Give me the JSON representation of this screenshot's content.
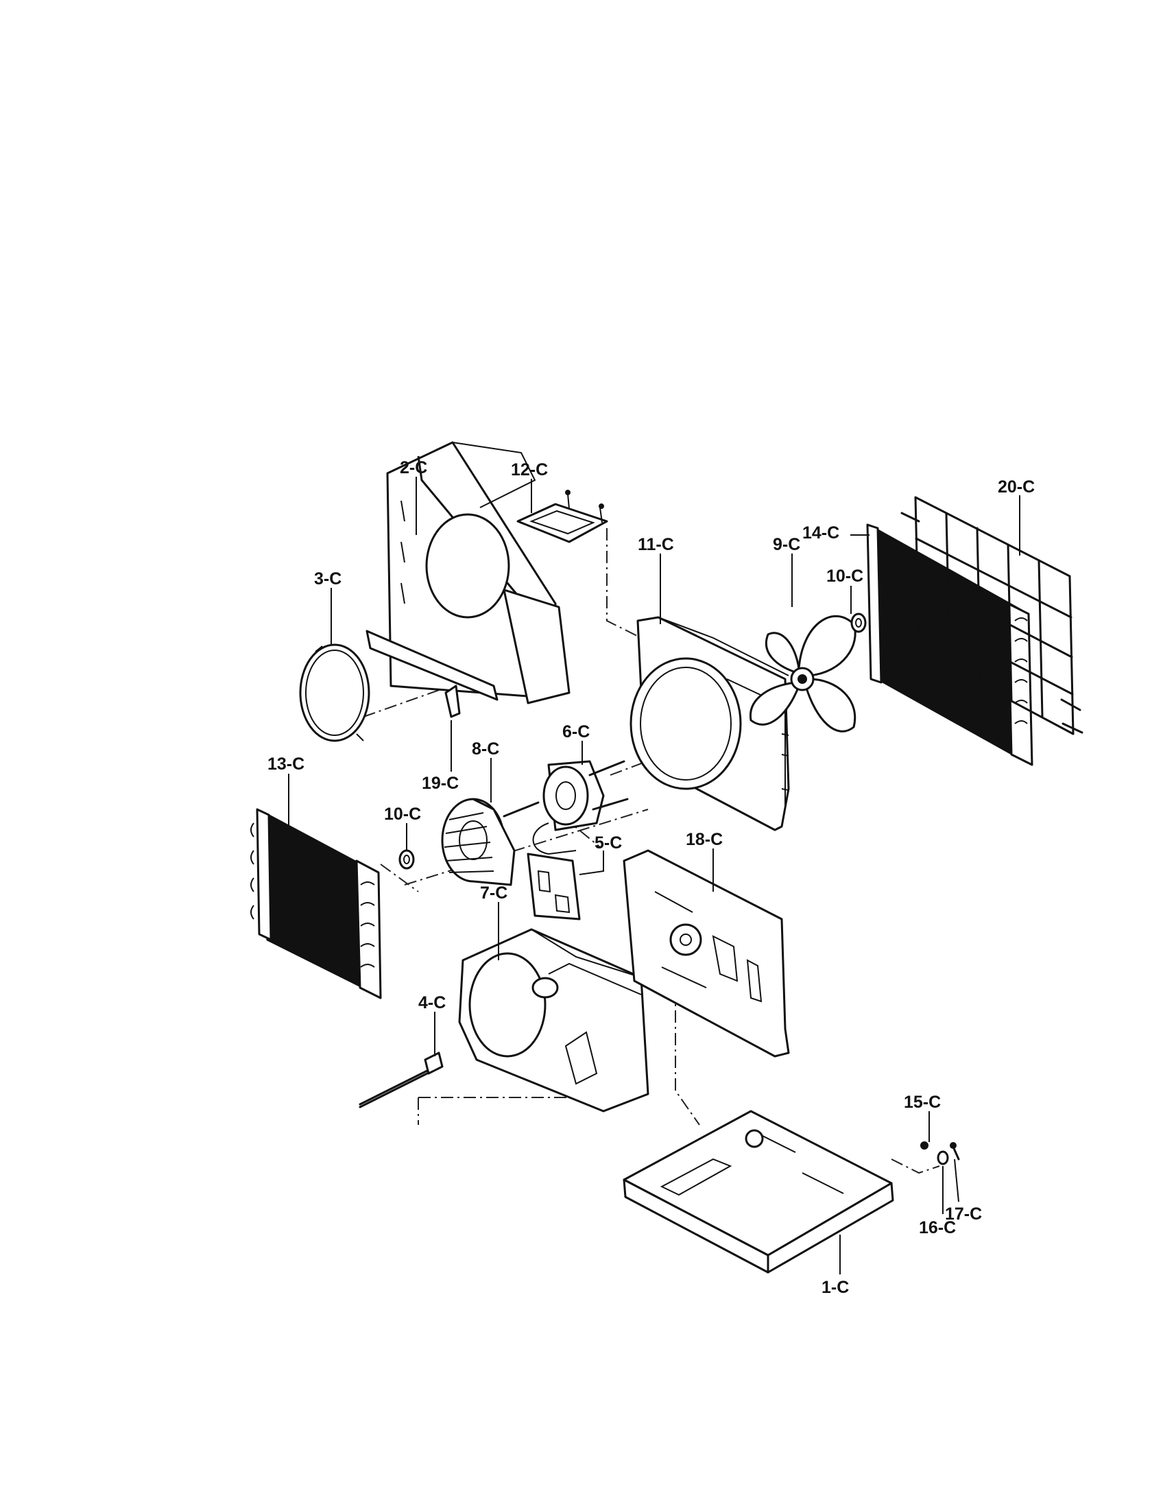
{
  "diagram": {
    "parts": [
      {
        "id": "1-C"
      },
      {
        "id": "2-C"
      },
      {
        "id": "3-C"
      },
      {
        "id": "4-C"
      },
      {
        "id": "5-C"
      },
      {
        "id": "6-C"
      },
      {
        "id": "7-C"
      },
      {
        "id": "8-C"
      },
      {
        "id": "9-C"
      },
      {
        "id": "10-C"
      },
      {
        "id": "11-C"
      },
      {
        "id": "12-C"
      },
      {
        "id": "13-C"
      },
      {
        "id": "14-C"
      },
      {
        "id": "15-C"
      },
      {
        "id": "16-C"
      },
      {
        "id": "17-C"
      },
      {
        "id": "18-C"
      },
      {
        "id": "19-C"
      },
      {
        "id": "20-C"
      }
    ]
  }
}
